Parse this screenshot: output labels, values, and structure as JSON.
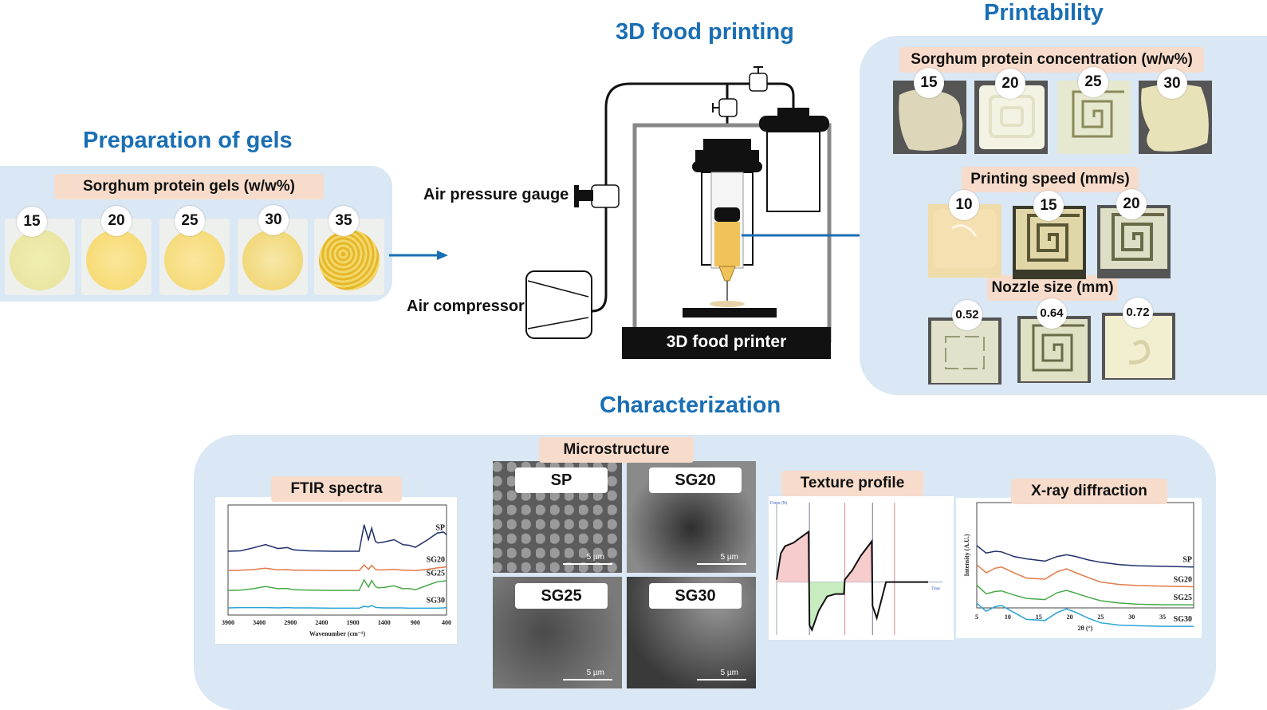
{
  "colors": {
    "title_blue": "#1a6fb4",
    "panel_bg": "#dae7f4",
    "pill_bg": "#f8dccb",
    "arrow_blue": "#1a6fb4",
    "sp": "#1f2f6b",
    "sg20": "#e07b48",
    "sg25": "#4aa84a",
    "sg30": "#2aa3d6"
  },
  "preparation": {
    "title": "Preparation of gels",
    "pill": "Sorghum protein gels (w/w%)",
    "samples": [
      "15",
      "20",
      "25",
      "30",
      "35"
    ]
  },
  "printing": {
    "title": "3D food printing",
    "pressure_gauge_label": "Air pressure gauge",
    "compressor_label": "Air compressor",
    "printer_label": "3D food printer"
  },
  "printability": {
    "title": "Printability",
    "concentration": {
      "pill": "Sorghum protein concentration (w/w%)",
      "samples": [
        "15",
        "20",
        "25",
        "30"
      ]
    },
    "speed": {
      "pill": "Printing speed (mm/s)",
      "samples": [
        "10",
        "15",
        "20"
      ]
    },
    "nozzle": {
      "pill": "Nozzle size (mm)",
      "samples": [
        "0.52",
        "0.64",
        "0.72"
      ]
    }
  },
  "characterization": {
    "title": "Characterization",
    "ftir": {
      "pill": "FTIR spectra"
    },
    "microstructure": {
      "pill": "Microstructure",
      "images": [
        {
          "label": "SP",
          "scale": "5 µm"
        },
        {
          "label": "SG20",
          "scale": "5 µm"
        },
        {
          "label": "SG25",
          "scale": "5 µm"
        },
        {
          "label": "SG30",
          "scale": "5 µm"
        }
      ]
    },
    "texture": {
      "pill": "Texture profile",
      "ylabel": "Force (N)",
      "xlabel": "Time"
    },
    "xrd": {
      "pill": "X-ray diffraction"
    }
  },
  "chart_data": [
    {
      "type": "line",
      "title": "FTIR spectra",
      "xlabel": "Wavenumber (cm⁻¹)",
      "ylabel": "",
      "xlim": [
        3900,
        400
      ],
      "x_ticks": [
        "3900",
        "3400",
        "2900",
        "2400",
        "1900",
        "1400",
        "900",
        "400"
      ],
      "x": [
        3900,
        3700,
        3500,
        3300,
        3100,
        2950,
        2850,
        2600,
        2200,
        1800,
        1720,
        1650,
        1600,
        1540,
        1500,
        1400,
        1240,
        1100,
        1000,
        900,
        700,
        550,
        450,
        400
      ],
      "series": [
        {
          "name": "SP",
          "values": [
            0.1,
            0.11,
            0.2,
            0.3,
            0.18,
            0.21,
            0.14,
            0.11,
            0.1,
            0.1,
            0.9,
            0.45,
            0.8,
            0.4,
            0.35,
            0.38,
            0.45,
            0.3,
            0.28,
            0.22,
            0.45,
            0.65,
            0.68,
            0.6
          ]
        },
        {
          "name": "SG20",
          "values": [
            0.08,
            0.09,
            0.11,
            0.15,
            0.1,
            0.11,
            0.09,
            0.09,
            0.08,
            0.08,
            0.25,
            0.12,
            0.24,
            0.12,
            0.1,
            0.1,
            0.12,
            0.09,
            0.09,
            0.08,
            0.12,
            0.16,
            0.18,
            0.2
          ]
        },
        {
          "name": "SG25",
          "values": [
            0.08,
            0.09,
            0.13,
            0.2,
            0.13,
            0.14,
            0.1,
            0.09,
            0.08,
            0.08,
            0.4,
            0.18,
            0.38,
            0.2,
            0.16,
            0.17,
            0.22,
            0.13,
            0.14,
            0.1,
            0.24,
            0.34,
            0.36,
            0.38
          ]
        },
        {
          "name": "SG30",
          "values": [
            0.05,
            0.06,
            0.06,
            0.06,
            0.05,
            0.06,
            0.05,
            0.05,
            0.04,
            0.04,
            0.1,
            0.08,
            0.12,
            0.07,
            0.06,
            0.05,
            0.05,
            0.05,
            0.04,
            0.04,
            0.04,
            0.04,
            0.05,
            0.06
          ]
        }
      ]
    },
    {
      "type": "line",
      "title": "Texture profile",
      "xlabel": "Time",
      "ylabel": "Force (N)",
      "x": [
        0,
        0.5,
        1,
        2,
        3,
        3.8,
        3.9,
        4.2,
        5,
        6,
        7,
        8,
        8.1,
        9,
        10,
        11.3,
        11.4,
        11.9,
        13,
        14,
        16,
        18
      ],
      "values": [
        0.05,
        0.6,
        0.75,
        0.82,
        0.95,
        1.05,
        -0.9,
        -1.0,
        -0.6,
        -0.3,
        -0.25,
        -0.25,
        0.05,
        0.25,
        0.55,
        0.85,
        -0.5,
        -0.75,
        0.0,
        0.0,
        0.0,
        0.0
      ]
    },
    {
      "type": "line",
      "title": "X-ray diffraction",
      "xlabel": "2θ (°)",
      "ylabel": "Intensity (A.U.)",
      "xlim": [
        5,
        40
      ],
      "x_ticks": [
        "5",
        "10",
        "15",
        "20",
        "25",
        "30",
        "35"
      ],
      "x": [
        5,
        6.5,
        8,
        9,
        11,
        13,
        16,
        18,
        19.5,
        21,
        23,
        25,
        28,
        31,
        35,
        40
      ],
      "series": [
        {
          "name": "SP",
          "values": [
            0.95,
            0.82,
            0.85,
            0.84,
            0.76,
            0.72,
            0.68,
            0.76,
            0.79,
            0.76,
            0.7,
            0.66,
            0.62,
            0.6,
            0.59,
            0.58
          ]
        },
        {
          "name": "SG20",
          "values": [
            0.8,
            0.66,
            0.74,
            0.76,
            0.66,
            0.57,
            0.55,
            0.68,
            0.73,
            0.66,
            0.58,
            0.5,
            0.46,
            0.44,
            0.43,
            0.42
          ]
        },
        {
          "name": "SG25",
          "values": [
            0.63,
            0.48,
            0.52,
            0.53,
            0.46,
            0.4,
            0.38,
            0.5,
            0.54,
            0.49,
            0.42,
            0.36,
            0.32,
            0.3,
            0.29,
            0.29
          ]
        },
        {
          "name": "SG30",
          "values": [
            0.5,
            0.36,
            0.44,
            0.46,
            0.34,
            0.22,
            0.2,
            0.34,
            0.4,
            0.34,
            0.24,
            0.16,
            0.12,
            0.11,
            0.1,
            0.1
          ]
        }
      ]
    }
  ]
}
